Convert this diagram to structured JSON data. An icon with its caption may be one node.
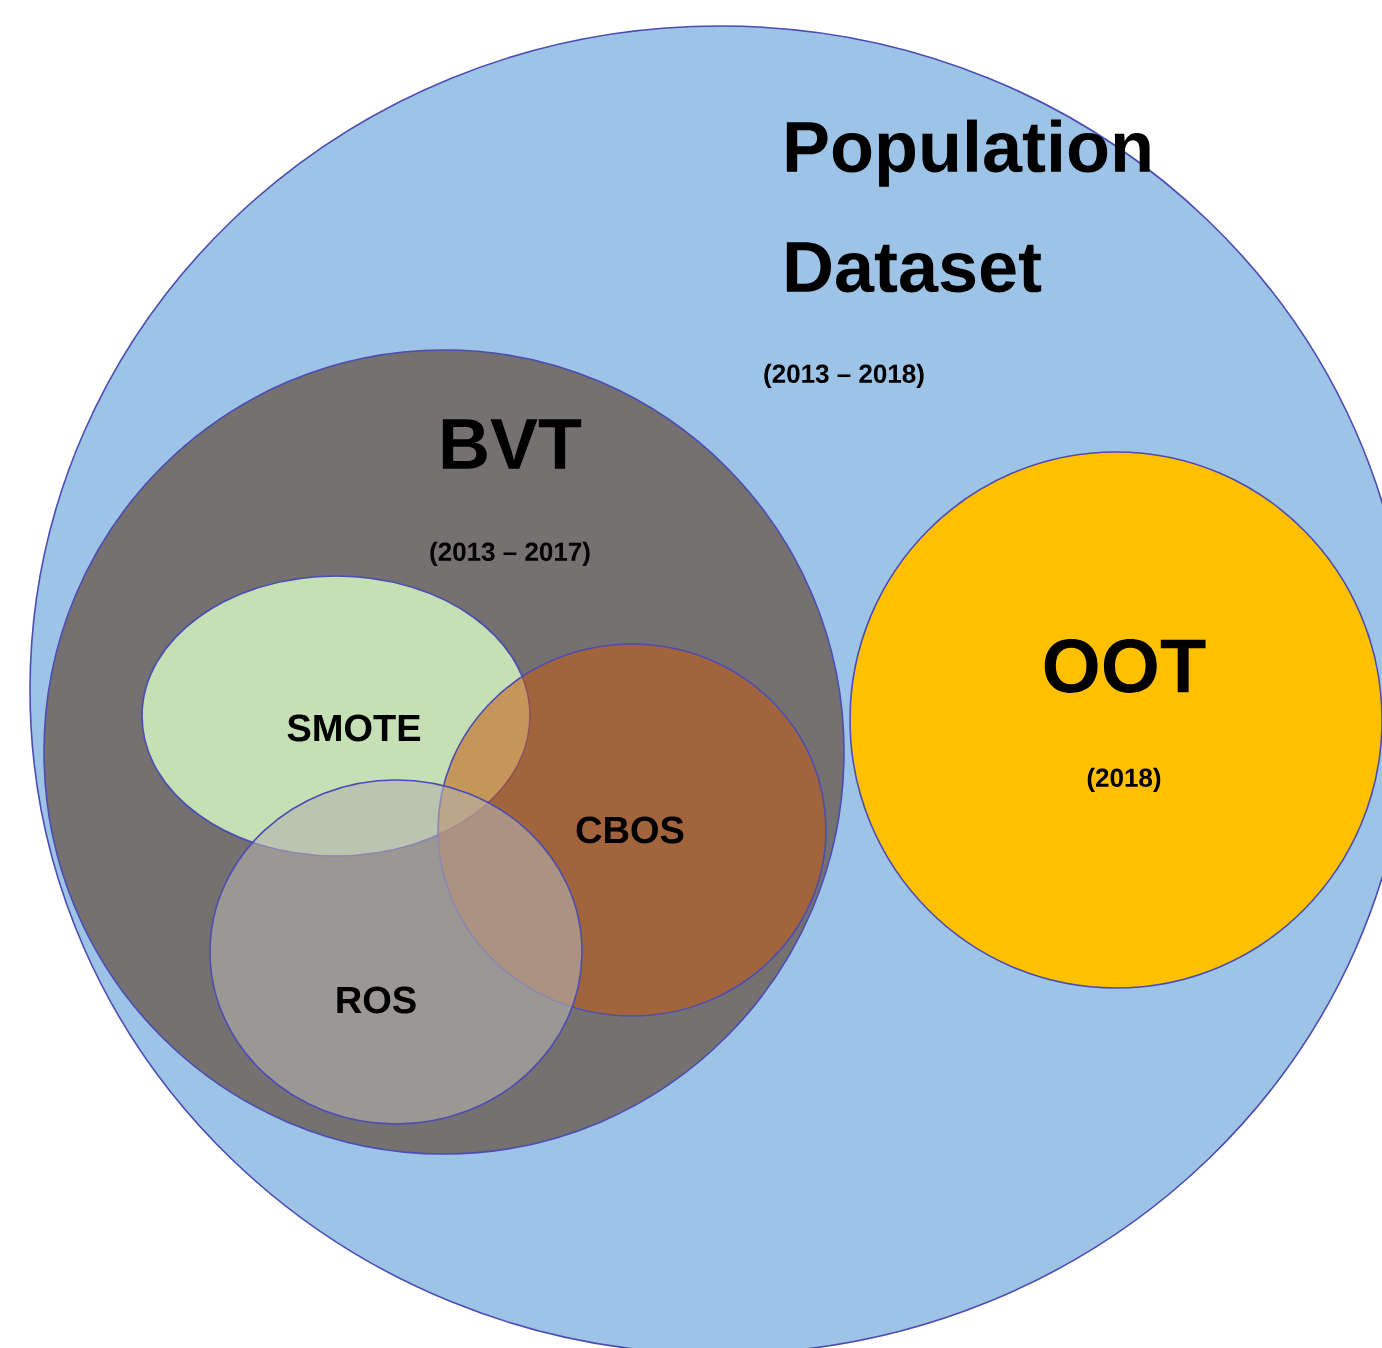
{
  "diagram": {
    "nodes": [
      {
        "text": [
          "Population Dataset",
          "(2013 – 2018)"
        ]
      },
      {
        "text": [
          "BVT",
          "(2013 – 2017)"
        ],
        "in": 0
      },
      {
        "text": [
          "SMOTE"
        ],
        "in": 1
      },
      {
        "text": [
          "CBOS"
        ],
        "in": 1
      },
      {
        "text": [
          "ROS"
        ],
        "in": 1
      },
      {
        "text": [
          "OOT",
          "(2018)"
        ],
        "in": 0
      }
    ]
  }
}
